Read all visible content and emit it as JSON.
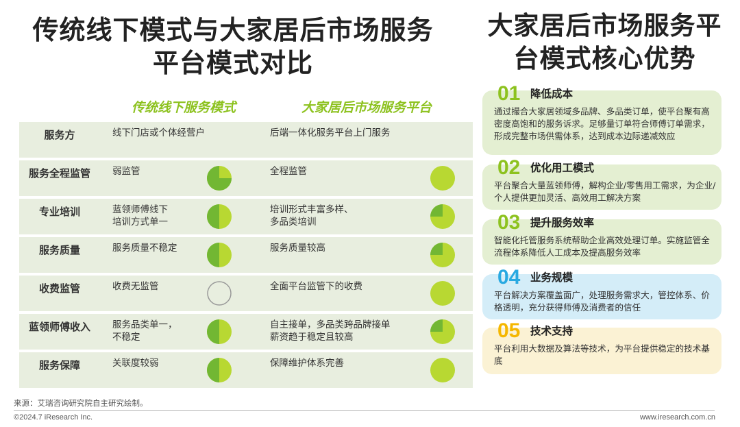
{
  "left_title": "传统线下模式与大家居后市场服务平台模式对比",
  "right_title": "大家居后市场服务平台模式核心优势",
  "columns": [
    "传统线下服务模式",
    "大家居后市场服务平台"
  ],
  "rows": [
    {
      "label": "服务方",
      "traditional": "线下门店或个体经营户",
      "platform": "后端一体化服务平台上门服务",
      "trad_score": null,
      "plat_score": null
    },
    {
      "label": "服务全程监管",
      "traditional": "弱监管",
      "platform": "全程监管",
      "trad_score": 0.25,
      "plat_score": 1.0
    },
    {
      "label": "专业培训",
      "traditional": "蓝领师傅线下\n培训方式单一",
      "platform": "培训形式丰富多样、\n多品类培训",
      "trad_score": 0.5,
      "plat_score": 0.75
    },
    {
      "label": "服务质量",
      "traditional": "服务质量不稳定",
      "platform": "服务质量较高",
      "trad_score": 0.5,
      "plat_score": 0.75
    },
    {
      "label": "收费监管",
      "traditional": "收费无监管",
      "platform": "全面平台监管下的收费",
      "trad_score": 0,
      "plat_score": 1.0
    },
    {
      "label": "蓝领师傅收入",
      "traditional": "服务品类单一，\n不稳定",
      "platform": "自主接单，多品类跨品牌接单\n薪资趋于稳定且较高",
      "trad_score": 0.5,
      "plat_score": 0.75
    },
    {
      "label": "服务保障",
      "traditional": "关联度较弱",
      "platform": "保障维护体系完善",
      "trad_score": 0.5,
      "plat_score": 1.0
    }
  ],
  "advantages": [
    {
      "num": "01",
      "title": "降低成本",
      "desc": "通过撮合大家居领域多品牌、多品类订单，使平台聚有高密度高饱和的服务诉求。足够量订单符合师傅订单需求，形成完整市场供需体系，达到成本边际递减效应",
      "color": "#8dc21f"
    },
    {
      "num": "02",
      "title": "优化用工模式",
      "desc": "平台聚合大量蓝领师傅，解构企业/零售用工需求，为企业/个人提供更加灵活、高效用工解决方案",
      "color": "#8dc21f"
    },
    {
      "num": "03",
      "title": "提升服务效率",
      "desc": "智能化托管服务系统帮助企业高效处理订单。实施监管全流程体系降低人工成本及提高服务效率",
      "color": "#8dc21f"
    },
    {
      "num": "04",
      "title": "业务规模",
      "desc": "平台解决方案覆盖面广，处理服务需求大，管控体系、价格透明，充分获得师傅及消费者的信任",
      "color": "#29a9e1"
    },
    {
      "num": "05",
      "title": "技术支持",
      "desc": "平台利用大数据及算法等技术，为平台提供稳定的技术基底",
      "color": "#f5b700"
    }
  ],
  "colors": {
    "pie_light": "#b8d832",
    "pie_dark": "#72b733",
    "pie_empty_stroke": "#999999"
  },
  "source": "来源：艾瑞咨询研究院自主研究绘制。",
  "copyright": "©2024.7 iResearch Inc.",
  "website": "www.iresearch.com.cn"
}
